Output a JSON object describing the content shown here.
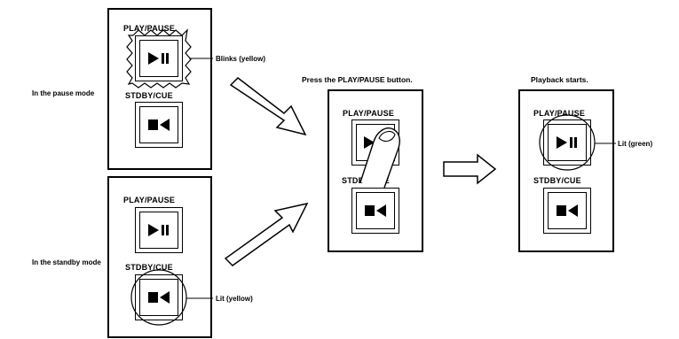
{
  "labels": {
    "play_pause": "PLAY/PAUSE",
    "stdby_cue": "STDBY/CUE"
  },
  "modes": {
    "pause": "In the pause mode",
    "standby": "In the standby mode"
  },
  "annotations": {
    "blinks": "Blinks (yellow)",
    "lit_yellow": "Lit (yellow)",
    "lit_green": "Lit (green)"
  },
  "steps": {
    "press": "Press the PLAY/PAUSE button.",
    "playback": "Playback starts."
  },
  "colors": {
    "line": "#000000",
    "background": "#ffffff"
  },
  "icons": {
    "play_pause": "play-pause-icon",
    "stop_cue": "stop-cue-icon",
    "finger": "finger-icon",
    "arrow": "outline-arrow-icon"
  }
}
